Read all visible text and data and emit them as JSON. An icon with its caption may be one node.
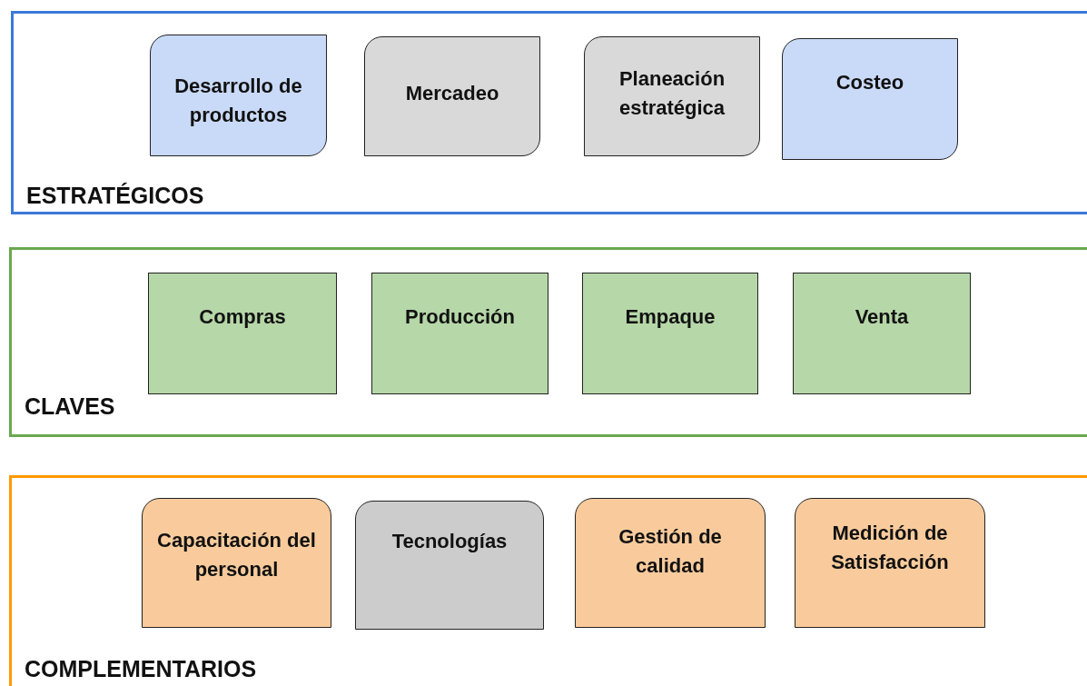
{
  "diagram": {
    "nodes": [
      {
        "text": [
          "ESTRATÉGICOS"
        ]
      },
      {
        "text": [
          "Desarrollo de productos"
        ],
        "in": 0
      },
      {
        "text": [
          "Mercadeo"
        ],
        "in": 0
      },
      {
        "text": [
          "Planeación estratégica"
        ],
        "in": 0
      },
      {
        "text": [
          "Costeo"
        ],
        "in": 0
      },
      {
        "text": [
          "CLAVES"
        ]
      },
      {
        "text": [
          "Compras"
        ],
        "in": 5
      },
      {
        "text": [
          "Producción"
        ],
        "in": 5
      },
      {
        "text": [
          "Empaque"
        ],
        "in": 5
      },
      {
        "text": [
          "Venta"
        ],
        "in": 5
      },
      {
        "text": [
          "COMPLEMENTARIOS"
        ]
      },
      {
        "text": [
          "Capacitación del personal"
        ],
        "in": 10
      },
      {
        "text": [
          "Tecnologías"
        ],
        "in": 10
      },
      {
        "text": [
          "Gestión de calidad"
        ],
        "in": 10
      },
      {
        "text": [
          "Medición de Satisfacción"
        ],
        "in": 10
      }
    ]
  }
}
